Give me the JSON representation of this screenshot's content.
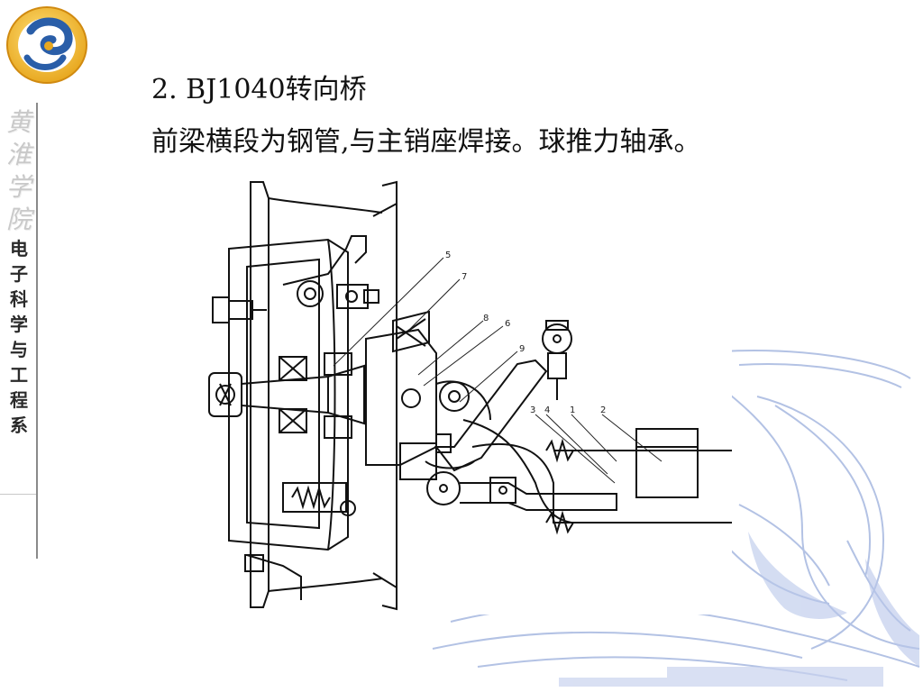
{
  "slide": {
    "title": "2. BJ1040转向桥",
    "subtitle": "前梁横段为钢管,与主销座焊接。球推力轴承。"
  },
  "sidebar": {
    "school_chars": [
      "黄",
      "淮",
      "学",
      "院"
    ],
    "dept_chars": [
      "电",
      "子",
      "科",
      "学",
      "与",
      "工",
      "程",
      "系"
    ]
  },
  "drawing": {
    "callouts": [
      "5",
      "7",
      "8",
      "6",
      "9",
      "3",
      "4",
      "1",
      "2"
    ]
  },
  "colors": {
    "logo_gold": "#e8a820",
    "logo_blue": "#2a5ea8",
    "watermark_blue": "#9aaedc",
    "text": "#111111"
  }
}
